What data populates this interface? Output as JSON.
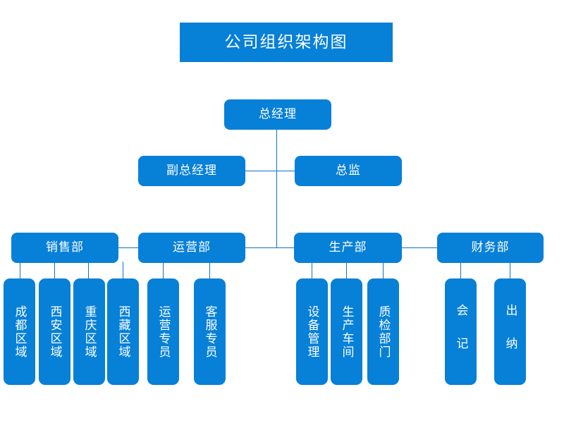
{
  "chart": {
    "type": "org-chart",
    "title": "公司组织架构图",
    "accent_color": "#0780d8",
    "line_color": "#1072c4",
    "text_color": "#ffffff",
    "background_color": "#ffffff",
    "levels": [
      {
        "level": 1,
        "orientation": "horizontal",
        "nodes": [
          {
            "id": "gm",
            "label": "总经理"
          }
        ]
      },
      {
        "level": 2,
        "orientation": "horizontal",
        "nodes": [
          {
            "id": "deputy-gm",
            "label": "副总经理",
            "parent": "gm"
          },
          {
            "id": "director",
            "label": "总监",
            "parent": "gm"
          }
        ]
      },
      {
        "level": 3,
        "orientation": "horizontal",
        "nodes": [
          {
            "id": "sales-dept",
            "label": "销售部",
            "parent": "gm"
          },
          {
            "id": "ops-dept",
            "label": "运营部",
            "parent": "gm"
          },
          {
            "id": "production-dept",
            "label": "生产部",
            "parent": "gm"
          },
          {
            "id": "finance-dept",
            "label": "财务部",
            "parent": "gm"
          }
        ]
      },
      {
        "level": 4,
        "orientation": "vertical",
        "nodes": [
          {
            "id": "chengdu-region",
            "label": "成都区域",
            "parent": "sales-dept"
          },
          {
            "id": "xian-region",
            "label": "西安区域",
            "parent": "sales-dept"
          },
          {
            "id": "chongqing-region",
            "label": "重庆区域",
            "parent": "sales-dept"
          },
          {
            "id": "tibet-region",
            "label": "西藏区域",
            "parent": "sales-dept"
          },
          {
            "id": "ops-specialist",
            "label": "运营专员",
            "parent": "ops-dept"
          },
          {
            "id": "service-specialist",
            "label": "客服专员",
            "parent": "ops-dept"
          },
          {
            "id": "equipment-mgmt",
            "label": "设备管理",
            "parent": "production-dept"
          },
          {
            "id": "production-workshop",
            "label": "生产车间",
            "parent": "production-dept"
          },
          {
            "id": "qc-department",
            "label": "质检部门",
            "parent": "production-dept"
          },
          {
            "id": "accounting",
            "label": "会记",
            "parent": "finance-dept"
          },
          {
            "id": "cashier",
            "label": "出纳",
            "parent": "finance-dept"
          }
        ]
      }
    ]
  }
}
